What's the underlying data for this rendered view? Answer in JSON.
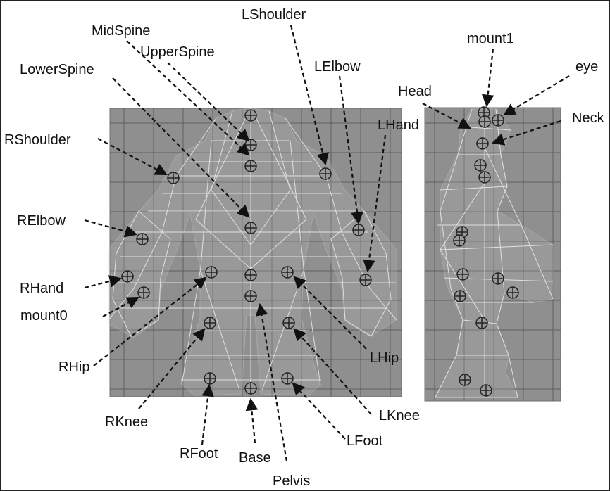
{
  "joints": {
    "LShoulder": "LShoulder",
    "MidSpine": "MidSpine",
    "UpperSpine": "UpperSpine",
    "LowerSpine": "LowerSpine",
    "LElbow": "LElbow",
    "mount1": "mount1",
    "eye": "eye",
    "Head": "Head",
    "Neck": "Neck",
    "LHand": "LHand",
    "RShoulder": "RShoulder",
    "RElbow": "RElbow",
    "RHand": "RHand",
    "mount0": "mount0",
    "RHip": "RHip",
    "LHip": "LHip",
    "RKnee": "RKnee",
    "LKnee": "LKnee",
    "RFoot": "RFoot",
    "LFoot": "LFoot",
    "Base": "Base",
    "Pelvis": "Pelvis"
  },
  "colors": {
    "viewport": "#8f8f8f",
    "grid": "#5f5f5f",
    "wireframe": "#e8e8e8",
    "leader": "#111111"
  }
}
